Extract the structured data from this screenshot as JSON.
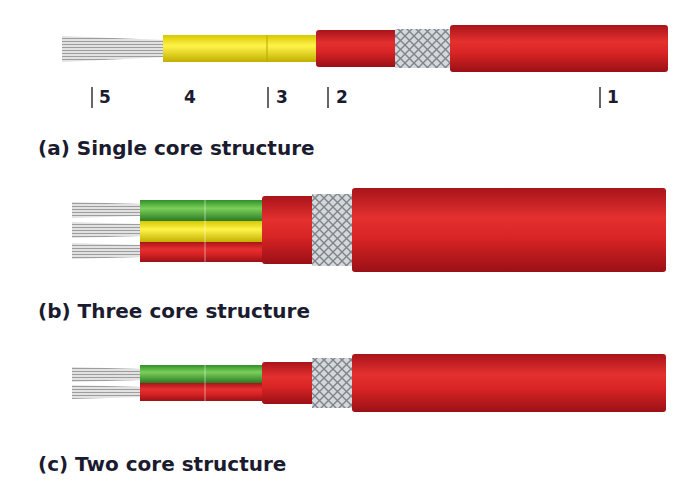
{
  "diagram": {
    "labels": [
      "5",
      "4",
      "3",
      "2",
      "1",
      "(a) Single core structure",
      "(b) Three core structure",
      "(c) Two core structure"
    ]
  }
}
